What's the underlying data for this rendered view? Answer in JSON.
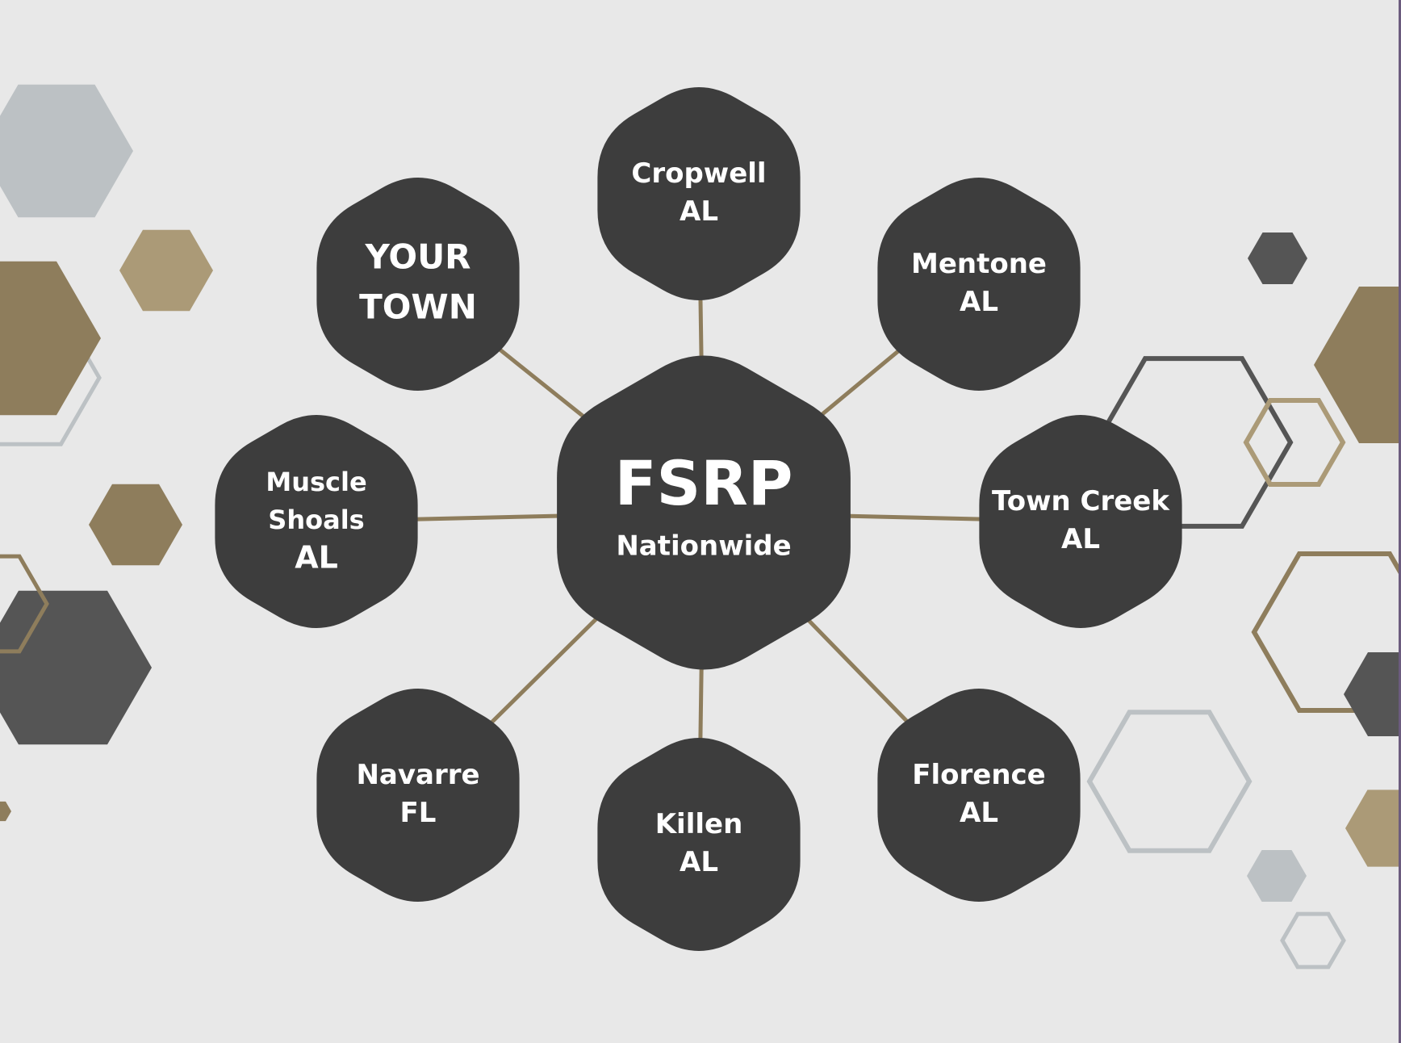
{
  "colors": {
    "background": "#e8e8e8",
    "node_fill": "#3d3d3d",
    "node_text": "#ffffff",
    "connector": "#8e7d5c",
    "tan": "#8e7d5c",
    "tan_light": "#ab9a77",
    "slate": "#bcc1c4",
    "charcoal": "#555555",
    "right_border": "#6b5b7e"
  },
  "hub": {
    "title": "FSRP",
    "subtitle": "Nationwide"
  },
  "nodes": [
    {
      "id": "cropwell",
      "line1": "Cropwell",
      "line2": "AL"
    },
    {
      "id": "mentone",
      "line1": "Mentone",
      "line2": "AL"
    },
    {
      "id": "town-creek",
      "line1": "Town Creek",
      "line2": "AL"
    },
    {
      "id": "florence",
      "line1": "Florence",
      "line2": "AL"
    },
    {
      "id": "killen",
      "line1": "Killen",
      "line2": "AL"
    },
    {
      "id": "navarre",
      "line1": "Navarre",
      "line2": "FL"
    },
    {
      "id": "muscle-shoals",
      "line1": "Muscle",
      "line2": "Shoals",
      "line3": "AL"
    },
    {
      "id": "your-town",
      "line1": "YOUR",
      "line2": "TOWN"
    }
  ]
}
